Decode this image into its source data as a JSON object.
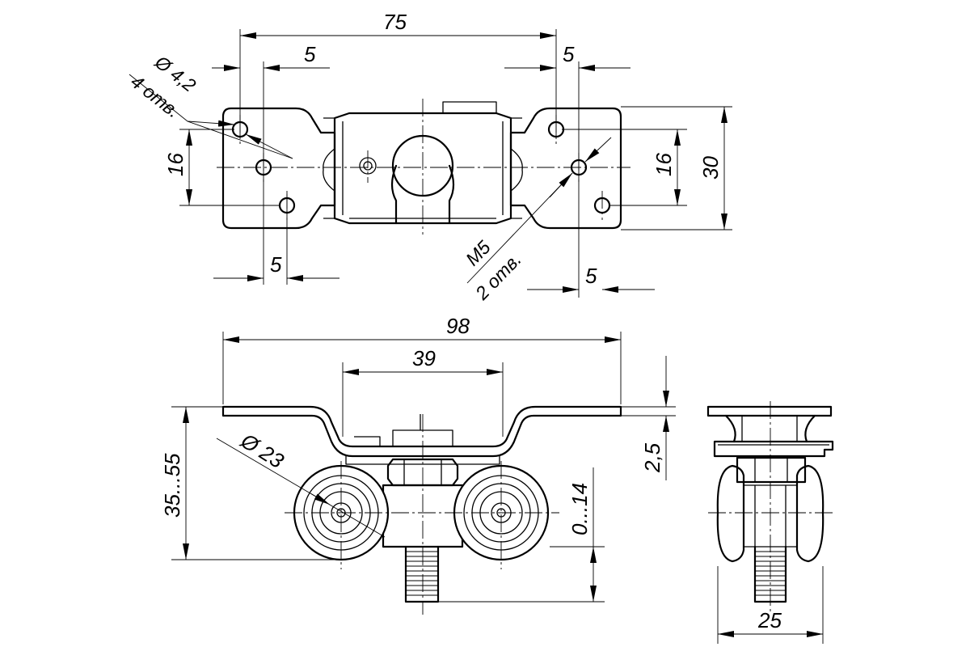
{
  "top_view": {
    "overall_holes": "75",
    "edge_left": "5",
    "edge_right": "5",
    "hole_dia": "Ø 4,2",
    "hole_count": "4 отв.",
    "height_left": "16",
    "height_right": "16",
    "width_total": "30",
    "bottom_left": "5",
    "bottom_right": "5",
    "thread": "M5",
    "thread_count": "2 отв."
  },
  "front_view": {
    "overall_length": "98",
    "inner_width": "39",
    "wheel_dia": "Ø 23",
    "height_range": "35...55",
    "plate_thickness": "2,5",
    "adjust_range": "0...14"
  },
  "side_view": {
    "width": "25"
  }
}
